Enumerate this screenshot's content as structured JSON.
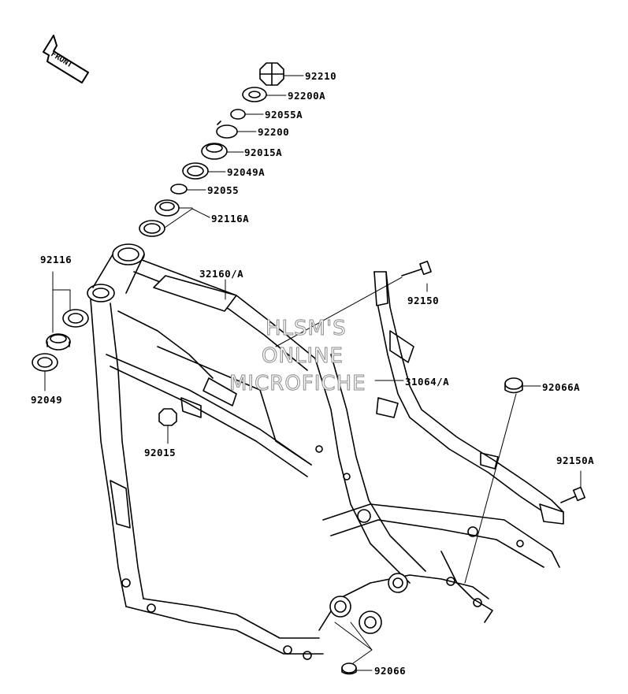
{
  "front_arrow": {
    "label": "FRONT"
  },
  "parts": [
    {
      "key": "p92210",
      "number": "92210"
    },
    {
      "key": "p92200a",
      "number": "92200A"
    },
    {
      "key": "p92055a",
      "number": "92055A"
    },
    {
      "key": "p92200",
      "number": "92200"
    },
    {
      "key": "p92015a",
      "number": "92015A"
    },
    {
      "key": "p92049a",
      "number": "92049A"
    },
    {
      "key": "p92055",
      "number": "92055"
    },
    {
      "key": "p92116a",
      "number": "92116A"
    },
    {
      "key": "p92116",
      "number": "92116"
    },
    {
      "key": "p32160",
      "number": "32160/A"
    },
    {
      "key": "p92150",
      "number": "92150"
    },
    {
      "key": "p31064",
      "number": "31064/A"
    },
    {
      "key": "p92049",
      "number": "92049"
    },
    {
      "key": "p92066a",
      "number": "92066A"
    },
    {
      "key": "p92015",
      "number": "92015"
    },
    {
      "key": "p92150a",
      "number": "92150A"
    },
    {
      "key": "p92066",
      "number": "92066"
    }
  ],
  "watermark": {
    "line1": "HLSM'S",
    "line2": "ONLINE",
    "line3": "MICROFICHE"
  },
  "colors": {
    "ink": "#000000",
    "watermark_stroke": "#8a8a8a"
  }
}
